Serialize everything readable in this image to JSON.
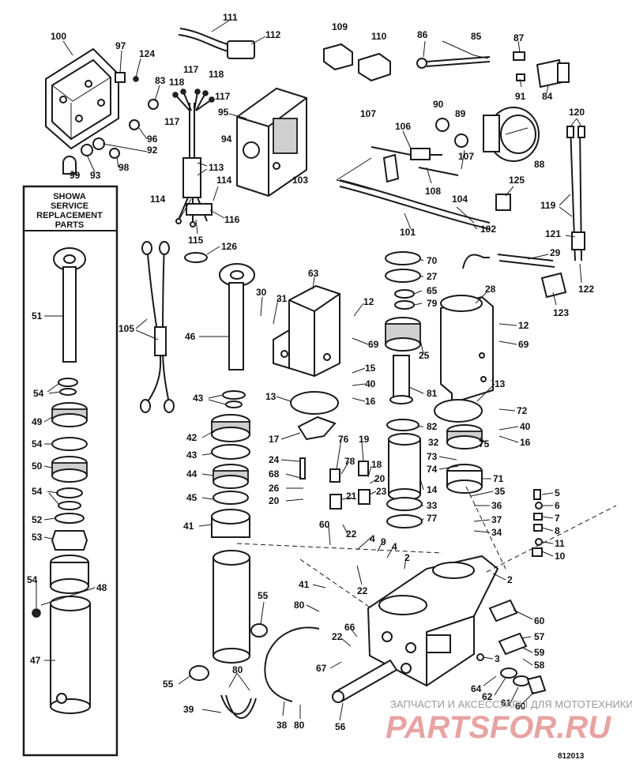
{
  "diagram": {
    "drawing_number": "812013",
    "inset_box": {
      "title_lines": [
        "SHOWA",
        "SERVICE",
        "REPLACEMENT",
        "PARTS"
      ]
    },
    "watermark": {
      "line1": "ЗАПЧАСТИ И АКСЕССУАРЫ ДЛЯ МОТОТЕХНИКИ",
      "line2": "PARTSFOR.RU"
    },
    "callouts": {
      "c100": "100",
      "c97": "97",
      "c124": "124",
      "c83": "83",
      "c96": "96",
      "c92": "92",
      "c93": "93",
      "c98": "98",
      "c99": "99",
      "c111": "111",
      "c112": "112",
      "c117a": "117",
      "c118a": "118",
      "c118b": "118",
      "c117b": "117",
      "c117c": "117",
      "c95": "95",
      "c94": "94",
      "c113": "113",
      "c114a": "114",
      "c114b": "114",
      "c116": "116",
      "c115": "115",
      "c109": "109",
      "c110": "110",
      "c86": "86",
      "c85": "85",
      "c87": "87",
      "c91": "91",
      "c84": "84",
      "c90": "90",
      "c89": "89",
      "c107a": "107",
      "c106": "106",
      "c88": "88",
      "c107b": "107",
      "c108": "108",
      "c103": "103",
      "c125": "125",
      "c104": "104",
      "c101": "101",
      "c102": "102",
      "c120": "120",
      "c119": "119",
      "c121": "121",
      "c29": "29",
      "c122": "122",
      "c123": "123",
      "c126": "126",
      "c105": "105",
      "c46": "46",
      "c43a": "43",
      "c42": "42",
      "c43b": "43",
      "c44": "44",
      "c45": "45",
      "c41a": "41",
      "c51": "51",
      "c54a": "54",
      "c49": "49",
      "c54b": "54",
      "c50": "50",
      "c54c": "54",
      "c52": "52",
      "c53": "53",
      "c54d": "54",
      "c48": "48",
      "c47": "47",
      "c63": "63",
      "c30": "30",
      "c31": "31",
      "c12a": "12",
      "c69a": "69",
      "c15": "15",
      "c40a": "40",
      "c16a": "16",
      "c13a": "13",
      "c17": "17",
      "c24": "24",
      "c68": "68",
      "c26": "26",
      "c20a": "20",
      "c76": "76",
      "c78": "78",
      "c19": "19",
      "c18": "18",
      "c20b": "20",
      "c21": "21",
      "c23": "23",
      "c22a": "22",
      "c60a": "60",
      "c4a": "4",
      "c9": "9",
      "c4b": "4",
      "c2a": "2",
      "c22b": "22",
      "c41b": "41",
      "c55a": "55",
      "c80a": "80",
      "c66": "66",
      "c22c": "22",
      "c67": "67",
      "c55b": "55",
      "c80b": "80",
      "c39": "39",
      "c38": "38",
      "c80c": "80",
      "c56": "56",
      "c70": "70",
      "c27": "27",
      "c65": "65",
      "c79": "79",
      "c25": "25",
      "c81": "81",
      "c82": "82",
      "c14": "14",
      "c33": "33",
      "c77": "77",
      "c28": "28",
      "c12b": "12",
      "c69b": "69",
      "c13b": "13",
      "c72": "72",
      "c40b": "40",
      "c32": "32",
      "c75": "75",
      "c16b": "16",
      "c73": "73",
      "c74": "74",
      "c71": "71",
      "c35": "35",
      "c36": "36",
      "c37": "37",
      "c34": "34",
      "c5": "5",
      "c6": "6",
      "c7": "7",
      "c8": "8",
      "c11": "11",
      "c10": "10",
      "c2b": "2",
      "c60b": "60",
      "c57": "57",
      "c59": "59",
      "c58": "58",
      "c3": "3",
      "c64": "64",
      "c62": "62",
      "c61": "61",
      "c60c": "60"
    }
  }
}
